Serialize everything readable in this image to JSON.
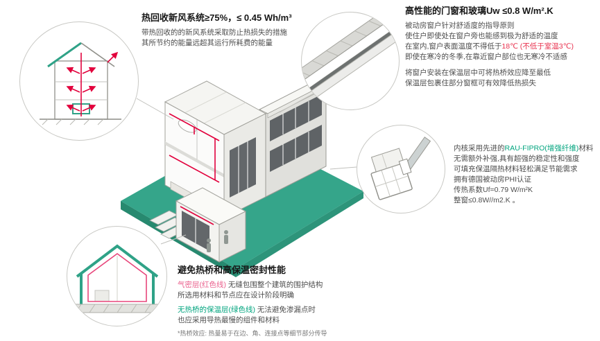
{
  "ventilation": {
    "title": "热回收新风系统≥75%，≤ 0.45 Wh/m³",
    "body": [
      "带热回收的的新风系统采取防止热损失的措施",
      "其所节约的能量远超其运行所耗费的能量"
    ]
  },
  "windows": {
    "title": "高性能的门窗和玻璃Uw ≤0.8 W/m².K",
    "body1": [
      "被动房窗户针对舒适度的指导原则",
      "使住户即使处在窗户旁也能感到极为舒适的温度"
    ],
    "temp_prefix": "在室内,窗户表面温度不得低于",
    "temp_highlight": "18℃ (不低于室温3℃)",
    "body2": "即使在寒冷的冬季,在靠近窗户部位也无寒冷不适感",
    "body3": [
      "将窗户安装在保温层中可将热桥效应降至最低",
      "保温层包裹住部分窗框可有效降低热损失"
    ]
  },
  "profile": {
    "line1_prefix": "内核采用先进的",
    "line1_brand": "RAU-FIPRO(增强纤维)",
    "line1_suffix": "材料",
    "body": [
      "无需额外补强,具有超强的稳定性和强度",
      "可填充保温隔热材料轻松满足节能需求",
      "拥有德国被动房PHI认证"
    ],
    "stats": [
      "传热系数Uf=0.79 W/m²K",
      "整窗≤0.8W//m2.K 。"
    ]
  },
  "insulation": {
    "title": "避免热桥和高保温密封性能",
    "airtight_label": "气密层(红色线)",
    "airtight_text": " 无缝包围整个建筑的围护结构",
    "line2": "所选用材料和节点应在设计阶段明确",
    "thermal_label": "无热桥的保温层(绿色线)",
    "thermal_text": " 无法避免渗漏点时",
    "line4": "也应采用导热最慢的组件和材料",
    "footnote": "*热桥效应: 热量易于在边、角、连接点等细节部分传导"
  },
  "colors": {
    "ground_teal": "#35a58a",
    "green_text": "#00a47e",
    "duct_red": "#e2003c",
    "airtight_pink": "#ea5f8c",
    "temp_red": "#e8304d"
  }
}
